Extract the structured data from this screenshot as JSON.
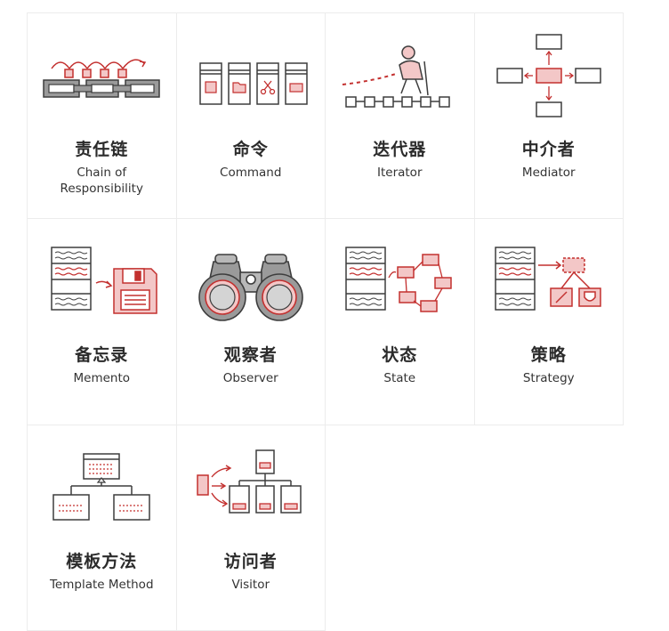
{
  "colors": {
    "accent": "#c3302f",
    "line": "#3d3d3d",
    "fill": "#f3c7c7",
    "muted": "#d8d8d8"
  },
  "patterns": [
    {
      "zh": "责任链",
      "en": "Chain of Responsibility",
      "icon": "chain-icon"
    },
    {
      "zh": "命令",
      "en": "Command",
      "icon": "command-icon"
    },
    {
      "zh": "迭代器",
      "en": "Iterator",
      "icon": "iterator-icon"
    },
    {
      "zh": "中介者",
      "en": "Mediator",
      "icon": "mediator-icon"
    },
    {
      "zh": "备忘录",
      "en": "Memento",
      "icon": "memento-icon"
    },
    {
      "zh": "观察者",
      "en": "Observer",
      "icon": "binoculars-icon"
    },
    {
      "zh": "状态",
      "en": "State",
      "icon": "state-icon"
    },
    {
      "zh": "策略",
      "en": "Strategy",
      "icon": "strategy-icon"
    },
    {
      "zh": "模板方法",
      "en": "Template Method",
      "icon": "template-icon"
    },
    {
      "zh": "访问者",
      "en": "Visitor",
      "icon": "visitor-icon"
    }
  ]
}
